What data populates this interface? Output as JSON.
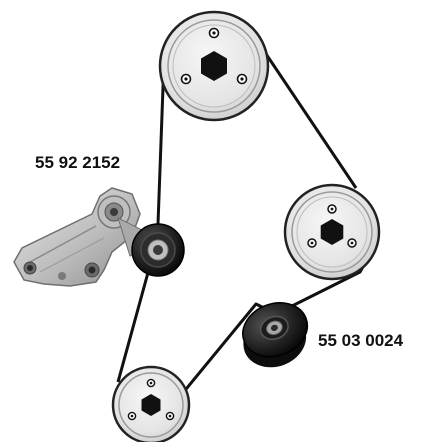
{
  "parts": {
    "tensioner": {
      "part_number": "55 92 2152",
      "icon": "belt-tensioner-assembly-icon"
    },
    "idler_pulley": {
      "part_number": "55 03 0024",
      "icon": "idler-pulley-icon"
    }
  },
  "pulleys": [
    {
      "name": "crankshaft-pulley",
      "hub_shape": "hexagon",
      "bolt_holes": 3
    },
    {
      "name": "accessory-pulley",
      "hub_shape": "hexagon",
      "bolt_holes": 3
    },
    {
      "name": "lower-pulley",
      "hub_shape": "hexagon",
      "bolt_holes": 3
    }
  ],
  "colors": {
    "belt": "#111111",
    "pulley_face": "#e9e9e9",
    "pulley_rim": "#222222",
    "roller": "#1a1a1a",
    "bracket": "#c9c9c9"
  }
}
